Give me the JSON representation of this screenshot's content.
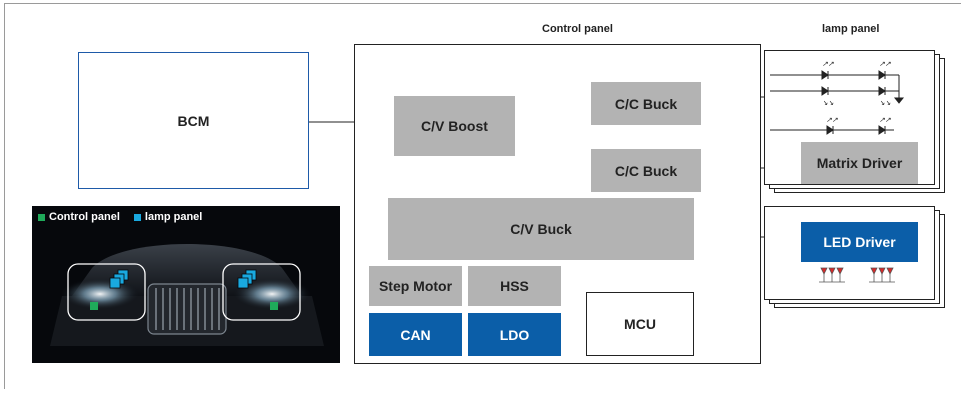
{
  "headings": {
    "control_panel": "Control panel",
    "lamp_panel": "lamp panel"
  },
  "blocks": {
    "bcm": "BCM",
    "cv_boost": "C/V Boost",
    "cc_buck_1": "C/C Buck",
    "cc_buck_2": "C/C Buck",
    "cv_buck": "C/V Buck",
    "step_motor": "Step Motor",
    "hss": "HSS",
    "can": "CAN",
    "ldo": "LDO",
    "mcu": "MCU",
    "matrix_driver": "Matrix Driver",
    "led_driver": "LED Driver"
  },
  "legend": {
    "control_panel": "Control panel",
    "lamp_panel": "lamp panel",
    "control_color": "#1faa5a",
    "lamp_color": "#19a9e0"
  },
  "colors": {
    "grey_block": "#b3b3b3",
    "blue_block": "#0b5ea8",
    "bcm_border": "#1e5aa8",
    "led_red": "#d62a2a"
  }
}
